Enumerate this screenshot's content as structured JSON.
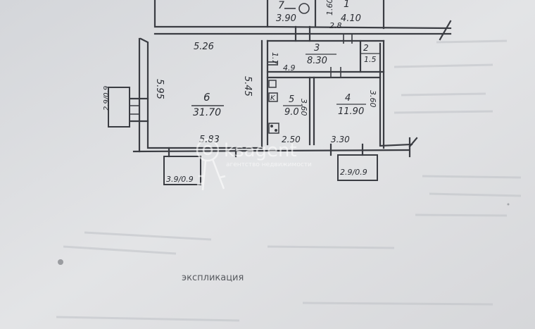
{
  "plan": {
    "top_rooms": [
      {
        "number": "7",
        "area": "3.90"
      },
      {
        "number": "1",
        "area": "4.10"
      }
    ],
    "top_dims": [
      "1.60",
      "2.8"
    ],
    "rooms": [
      {
        "number": "6",
        "area": "31.70",
        "dim_top": "5.26",
        "dim_left": "5.95",
        "dim_right": "5.45",
        "dim_bottom": "5.83"
      },
      {
        "number": "3",
        "area": "8.30",
        "dim_left": "1.7",
        "dim_bottom": "4.9"
      },
      {
        "number": "2",
        "area": "1.5"
      },
      {
        "number": "5",
        "area": "9.0",
        "dim_right": "3.60",
        "dim_bottom": "2.50"
      },
      {
        "number": "4",
        "area": "11.90",
        "dim_right": "3.60",
        "dim_bottom": "3.30"
      }
    ],
    "kitchen_mark": "K",
    "balconies": [
      {
        "dims": "2.9/0.9"
      },
      {
        "dims": "3.9/0.9"
      },
      {
        "dims": "2.9/0.9"
      }
    ]
  },
  "watermark": {
    "brand": "ksagent",
    "tagline": "агентство недвижимости"
  },
  "document_heading": "экспликация"
}
